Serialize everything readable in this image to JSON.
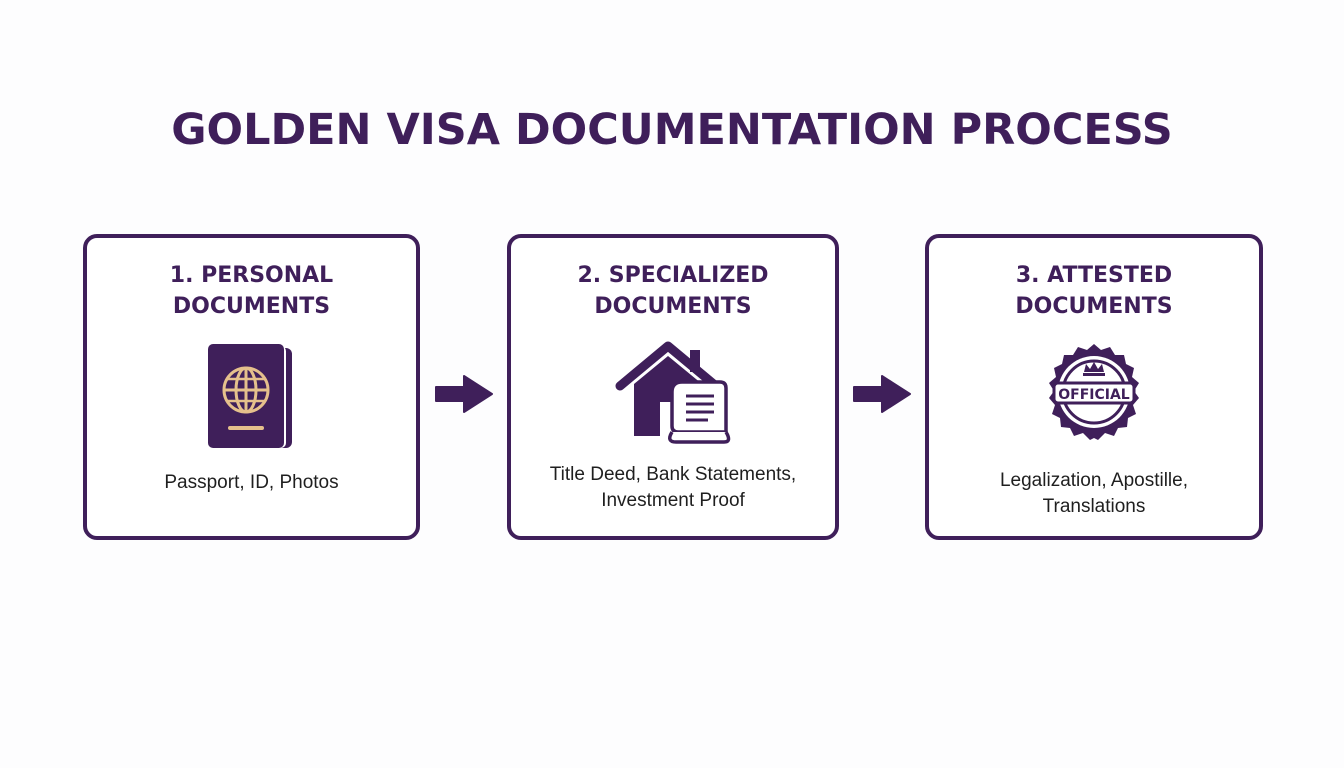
{
  "title": "GOLDEN VISA DOCUMENTATION PROCESS",
  "colors": {
    "primary": "#3f1f5a",
    "accent": "#e5c08c",
    "text": "#1f1f1f"
  },
  "steps": [
    {
      "title_line1": "1. PERSONAL",
      "title_line2": "DOCUMENTS",
      "icon": "passport-icon",
      "desc_line1": "Passport, ID, Photos",
      "desc_line2": ""
    },
    {
      "title_line1": "2. SPECIALIZED",
      "title_line2": "DOCUMENTS",
      "icon": "house-deed-icon",
      "desc_line1": "Title Deed, Bank Statements,",
      "desc_line2": "Investment Proof"
    },
    {
      "title_line1": "3. ATTESTED",
      "title_line2": "DOCUMENTS",
      "icon": "official-seal-icon",
      "seal_text": "OFFICIAL",
      "desc_line1": "Legalization, Apostille,",
      "desc_line2": "Translations"
    }
  ],
  "connectors": [
    "arrow-right-icon",
    "arrow-right-icon"
  ]
}
